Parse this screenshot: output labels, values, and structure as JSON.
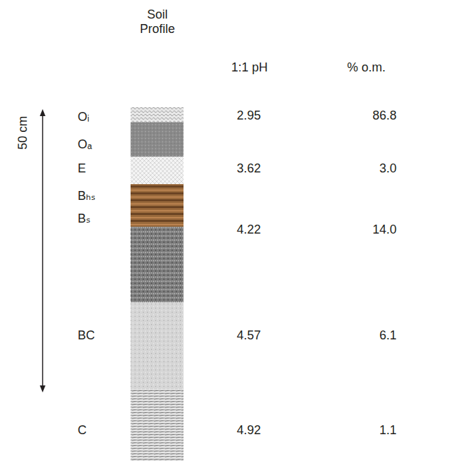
{
  "diagram": {
    "labels": [
      "Soil Profile",
      "1:1 pH",
      "% o.m.",
      "50 cm",
      "Oᵢ",
      "2.95",
      "86.8",
      "Oₐ",
      "E",
      "3.62",
      "3.0",
      "Bₕₛ",
      "Bₛ",
      "4.22",
      "14.0",
      "BC",
      "4.57",
      "6.1",
      "C",
      "4.92",
      "1.1"
    ]
  }
}
